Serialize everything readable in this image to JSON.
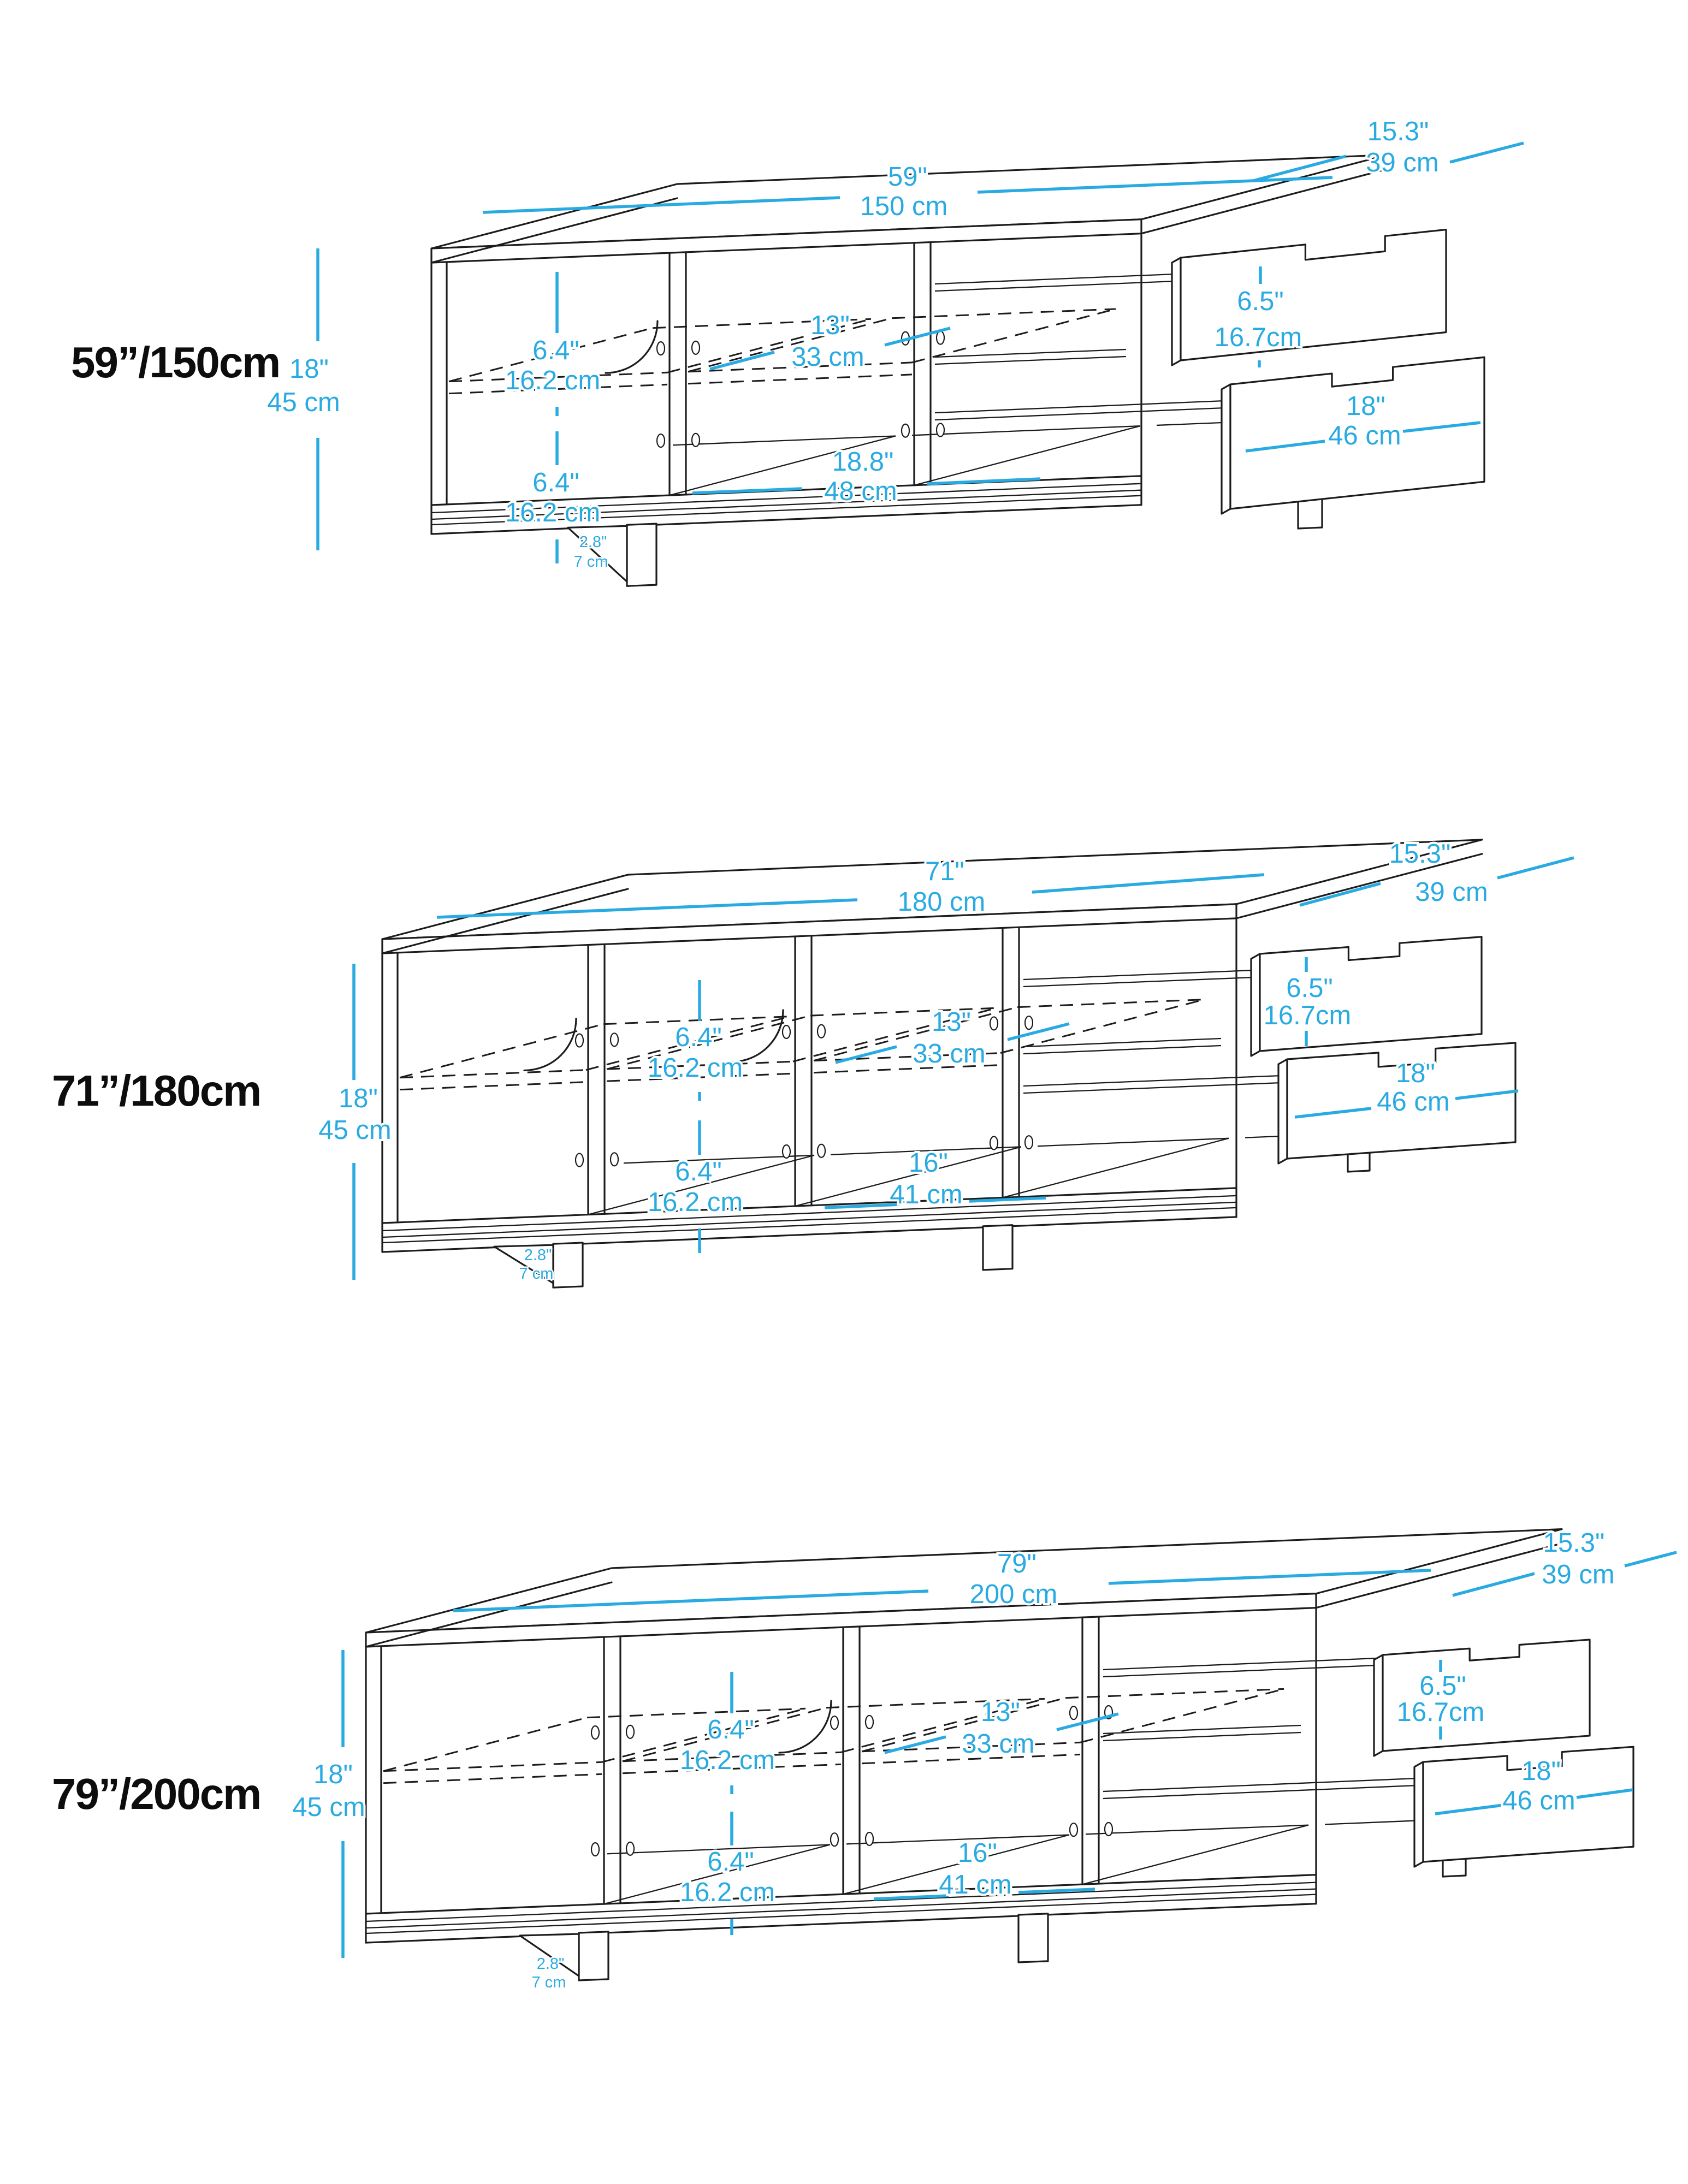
{
  "accent_color": "#29ABE2",
  "diagrams": [
    {
      "title": "59”/150cm",
      "labels": {
        "width_in": "59\"",
        "width_cm": "150 cm",
        "depth_in": "15.3\"",
        "depth_cm": "39 cm",
        "height_in": "18\"",
        "height_cm": "45 cm",
        "shelf_upper_in": "6.4\"",
        "shelf_upper_cm": "16.2 cm",
        "shelf_lower_in": "6.4\"",
        "shelf_lower_cm": "16.2 cm",
        "shelf_depth_in": "13\"",
        "shelf_depth_cm": "33 cm",
        "bottom_width_in": "18.8\"",
        "bottom_width_cm": "48 cm",
        "drawer_height_in": "6.5\"",
        "drawer_height_cm": "16.7cm",
        "drawer_width_in": "18\"",
        "drawer_width_cm": "46 cm",
        "leg_height_in": "2.8\"",
        "leg_height_cm": "7 cm"
      }
    },
    {
      "title": "71”/180cm",
      "labels": {
        "width_in": "71\"",
        "width_cm": "180 cm",
        "depth_in": "15.3\"",
        "depth_cm": "39 cm",
        "height_in": "18\"",
        "height_cm": "45 cm",
        "shelf_upper_in": "6.4\"",
        "shelf_upper_cm": "16.2 cm",
        "shelf_lower_in": "6.4\"",
        "shelf_lower_cm": "16.2 cm",
        "shelf_depth_in": "13\"",
        "shelf_depth_cm": "33 cm",
        "bottom_width_in": "16\"",
        "bottom_width_cm": "41 cm",
        "drawer_height_in": "6.5\"",
        "drawer_height_cm": "16.7cm",
        "drawer_width_in": "18\"",
        "drawer_width_cm": "46 cm",
        "leg_height_in": "2.8\"",
        "leg_height_cm": "7 cm"
      }
    },
    {
      "title": "79”/200cm",
      "labels": {
        "width_in": "79\"",
        "width_cm": "200 cm",
        "depth_in": "15.3\"",
        "depth_cm": "39 cm",
        "height_in": "18\"",
        "height_cm": "45 cm",
        "shelf_upper_in": "6.4\"",
        "shelf_upper_cm": "16.2 cm",
        "shelf_lower_in": "6.4\"",
        "shelf_lower_cm": "16.2 cm",
        "shelf_depth_in": "13\"",
        "shelf_depth_cm": "33 cm",
        "bottom_width_in": "16\"",
        "bottom_width_cm": "41 cm",
        "drawer_height_in": "6.5\"",
        "drawer_height_cm": "16.7cm",
        "drawer_width_in": "18\"",
        "drawer_width_cm": "46 cm",
        "leg_height_in": "2.8\"",
        "leg_height_cm": "7 cm"
      }
    }
  ]
}
